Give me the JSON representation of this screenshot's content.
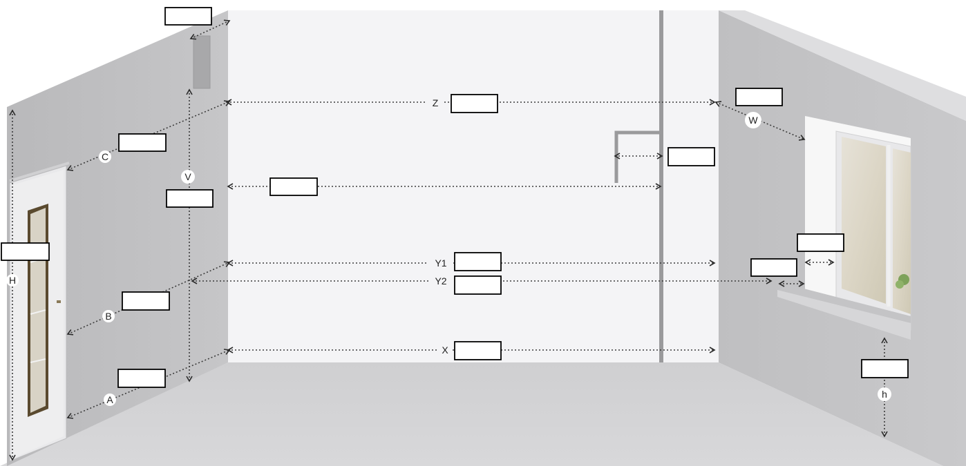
{
  "labels": {
    "A": "A",
    "B": "B",
    "C": "C",
    "H": "H",
    "V": "V",
    "Z": "Z",
    "W": "W",
    "Y1": "Y1",
    "Y2": "Y2",
    "X": "X",
    "h": "h"
  },
  "colors": {
    "left_wall": "#bdbdbf",
    "right_wall": "#c2c2c4",
    "back_wall": "#f3f3f5",
    "floor": "#d0d0d2",
    "pipe": "#9a9a9c"
  }
}
